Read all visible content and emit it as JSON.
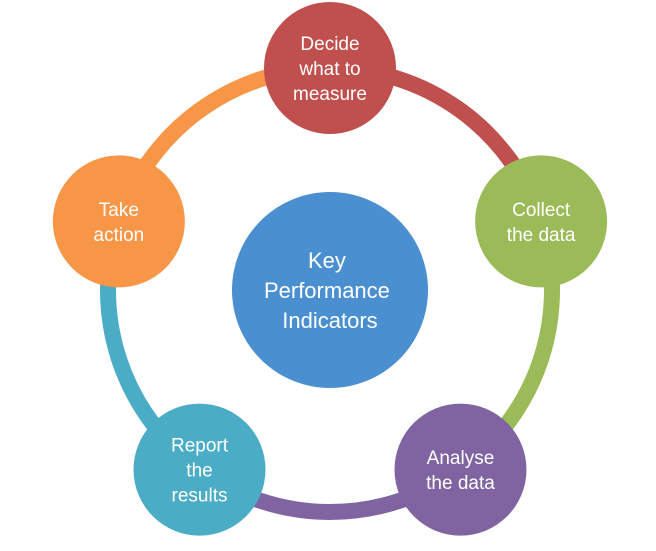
{
  "center": {
    "lines": [
      "Key",
      "Performance",
      "Indicators"
    ],
    "color": "#4a8fcf"
  },
  "nodes": [
    {
      "id": "decide",
      "lines": [
        "Decide",
        "what to",
        "measure"
      ],
      "color": "#c0504d"
    },
    {
      "id": "collect",
      "lines": [
        "Collect",
        "the data"
      ],
      "color": "#9bbb59"
    },
    {
      "id": "analyse",
      "lines": [
        "Analyse",
        "the data"
      ],
      "color": "#8064a2"
    },
    {
      "id": "report",
      "lines": [
        "Report",
        "the",
        "results"
      ],
      "color": "#4bacc6"
    },
    {
      "id": "take-action",
      "lines": [
        "Take",
        "action"
      ],
      "color": "#f79646"
    }
  ],
  "connectors": [
    {
      "from": "decide",
      "to": "collect",
      "color": "#c0504d"
    },
    {
      "from": "collect",
      "to": "analyse",
      "color": "#9bbb59"
    },
    {
      "from": "analyse",
      "to": "report",
      "color": "#8064a2"
    },
    {
      "from": "report",
      "to": "take-action",
      "color": "#4bacc6"
    },
    {
      "from": "take-action",
      "to": "decide",
      "color": "#f79646"
    }
  ]
}
